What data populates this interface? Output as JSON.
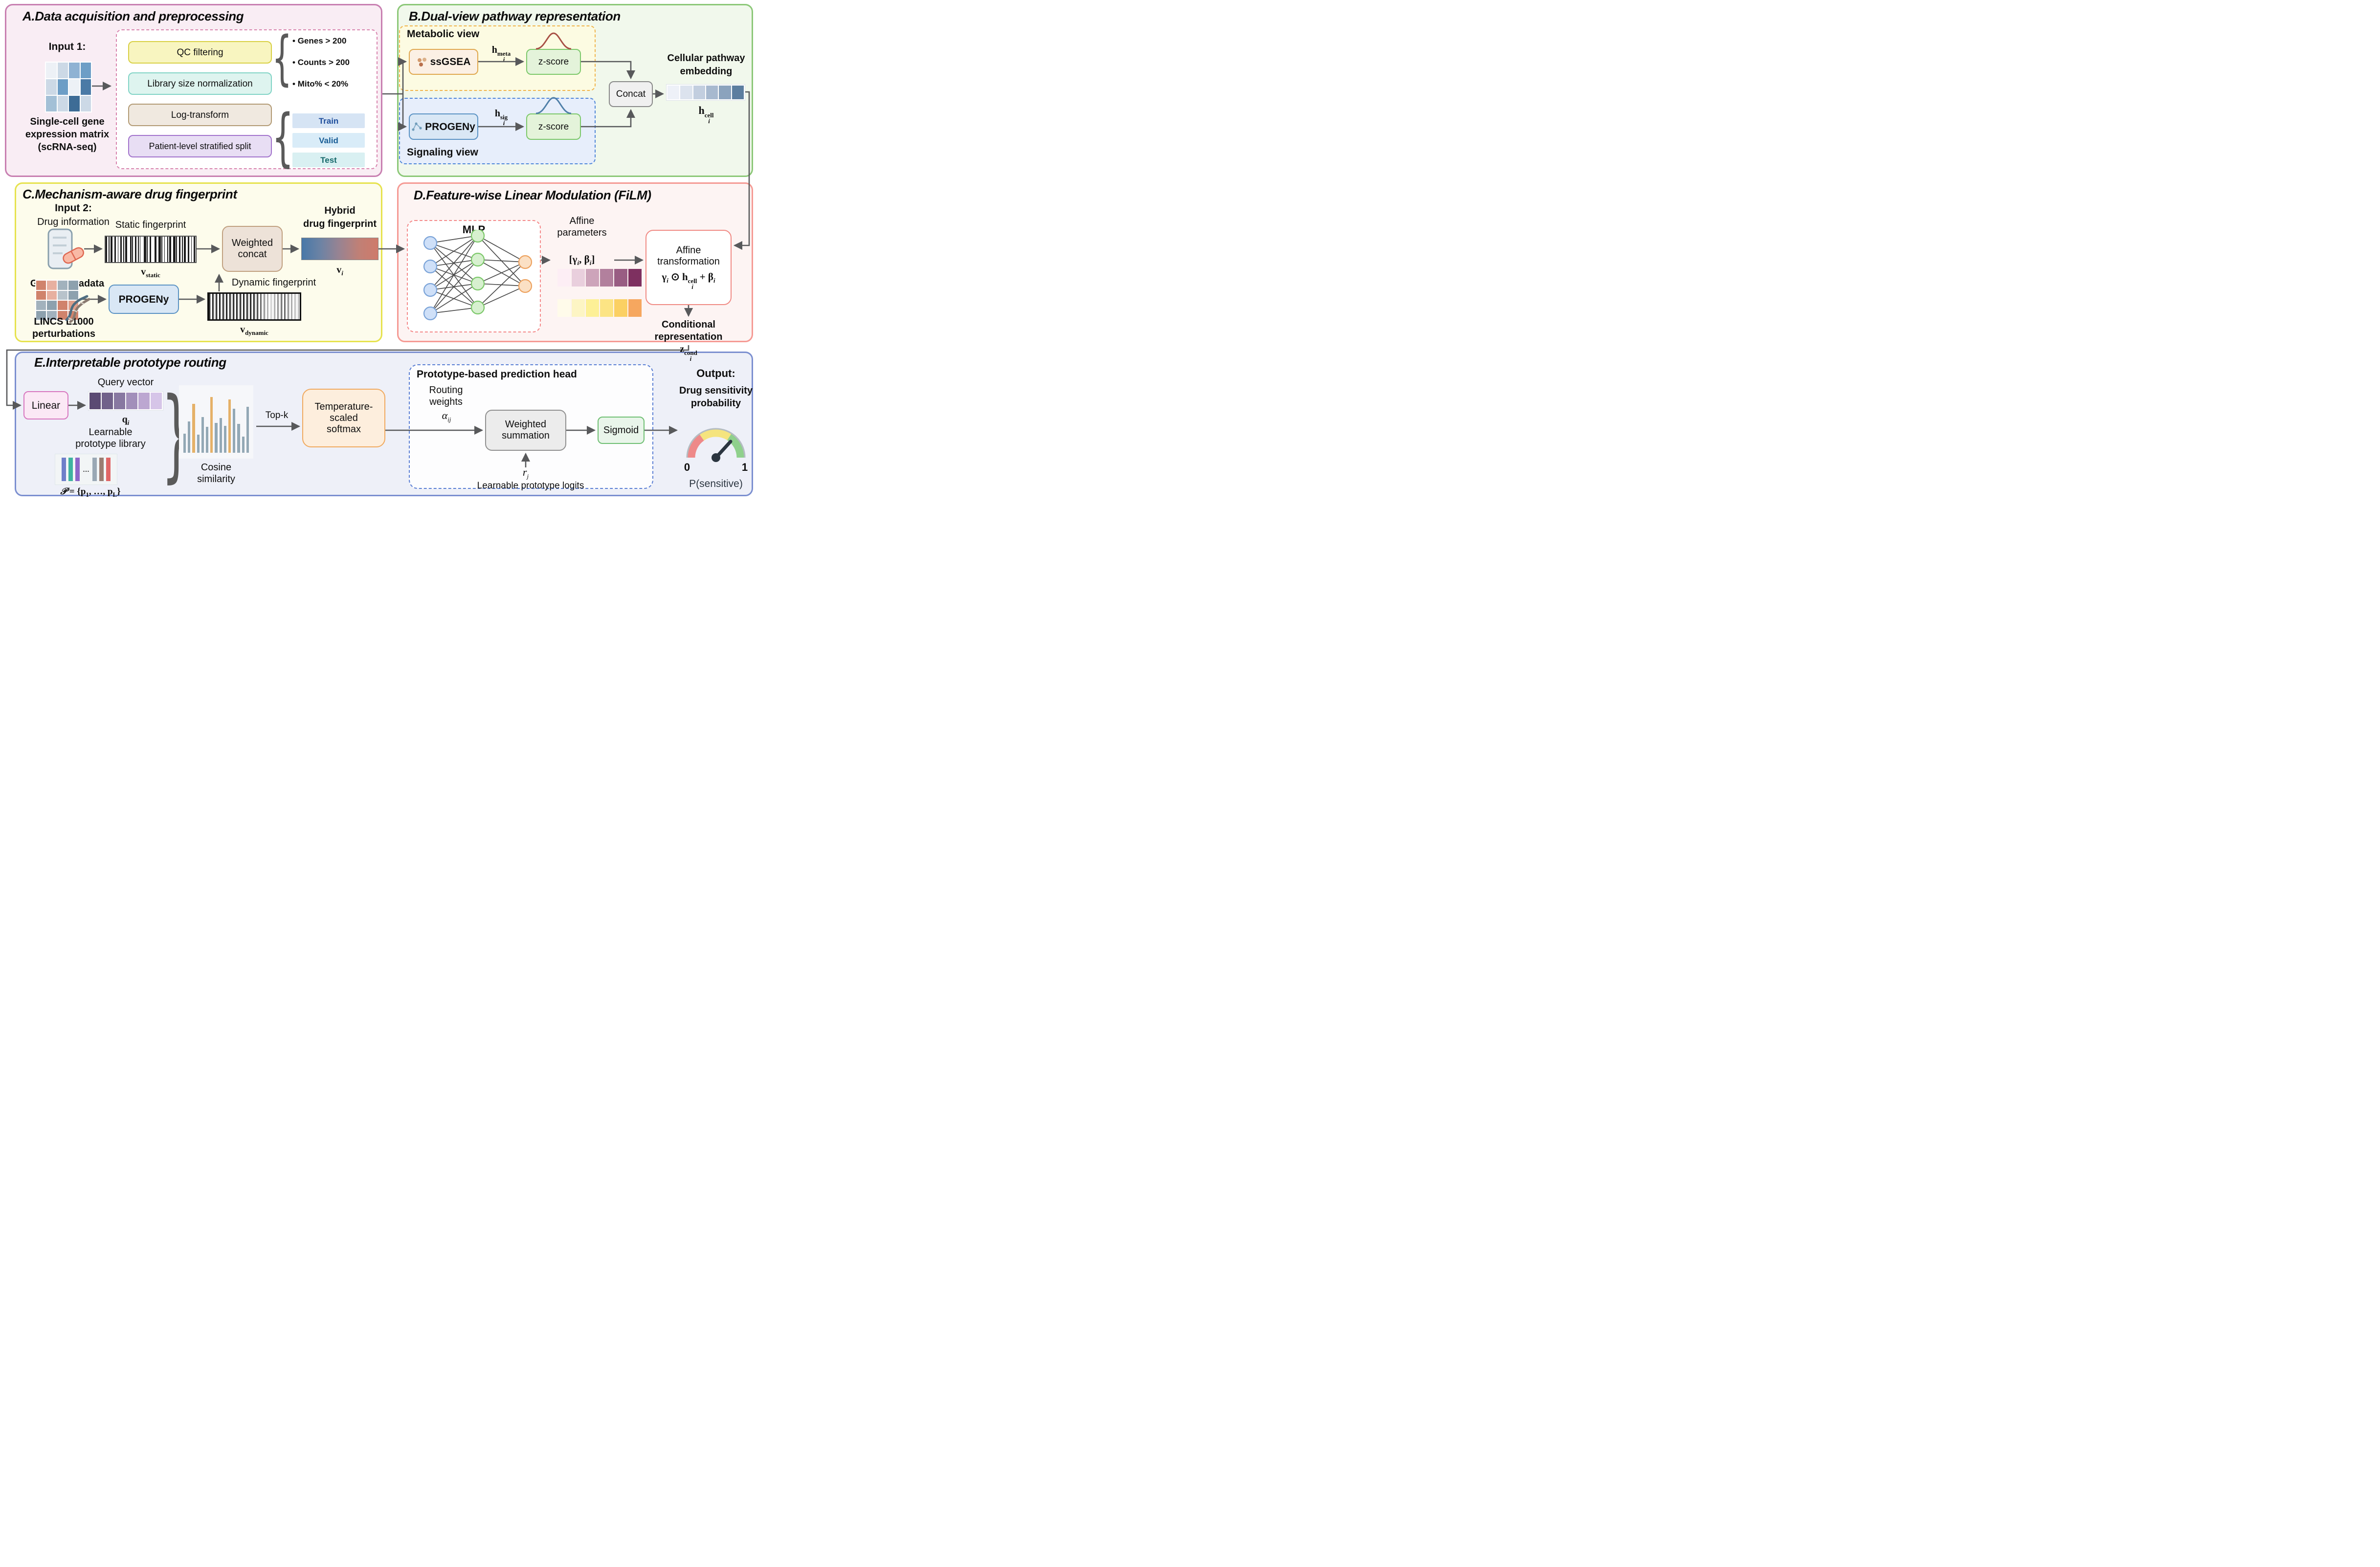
{
  "panel_a": {
    "title": "A.Data acquisition and preprocessing",
    "input_label": "Input 1:",
    "matrix_caption": [
      "Single-cell gene",
      "expression matrix",
      "(scRNA-seq)"
    ],
    "steps": [
      "QC filtering",
      "Library size normalization",
      "Log-transform",
      "Patient-level stratified split"
    ],
    "qc_criteria": [
      "Genes > 200",
      "Counts > 200",
      "Mito% < 20%"
    ],
    "splits": [
      "Train",
      "Valid",
      "Test"
    ]
  },
  "panel_b": {
    "title": "B.Dual-view pathway representation",
    "metabolic": "Metabolic view",
    "signaling": "Signaling view",
    "ssgsea": "ssGSEA",
    "progeny": "PROGENy",
    "zscore_meta": "z-score",
    "zscore_sig": "z-score",
    "concat": "Concat",
    "embedding_caption": [
      "Cellular pathway",
      "embedding"
    ]
  },
  "panel_c": {
    "title": "C.Mechanism-aware drug fingerprint",
    "input_label": "Input 2:",
    "drug_info": "Drug information",
    "gdsc": "GDSC metadata",
    "static_fp": "Static fingerprint",
    "dynamic_fp": "Dynamic fingerprint",
    "weighted_concat": [
      "Weighted",
      "concat"
    ],
    "hybrid": [
      "Hybrid",
      "drug fingerprint"
    ],
    "lincs": [
      "LINCS L1000",
      "perturbations"
    ],
    "progeny": "PROGENy"
  },
  "panel_d": {
    "title": "D.Feature-wise Linear Modulation (FiLM)",
    "mlp": "MLP",
    "affine_params": [
      "Affine",
      "parameters"
    ],
    "affine_transform": [
      "Affine",
      "transformation"
    ],
    "conditional": [
      "Conditional",
      "representation"
    ]
  },
  "panel_e": {
    "title": "E.Interpretable prototype routing",
    "linear": "Linear",
    "query_vector": "Query vector",
    "learnable_lib": [
      "Learnable",
      "prototype library"
    ],
    "topk": "Top-k",
    "softmax": [
      "Temperature-",
      "scaled",
      "softmax"
    ],
    "head_title": "Prototype-based prediction head",
    "routing": [
      "Routing",
      "weights"
    ],
    "weighted_sum": [
      "Weighted",
      "summation"
    ],
    "sigmoid": "Sigmoid",
    "logits": "Learnable prototype logits",
    "output_label": "Output:",
    "output_desc": [
      "Drug sensitivity",
      "probability"
    ],
    "gauge_min": "0",
    "gauge_max": "1",
    "p_sensitive": "P(sensitive)"
  },
  "math": {
    "h_meta": {
      "b": "h",
      "sub": "i",
      "sup": "meta"
    },
    "h_sig": {
      "b": "h",
      "sub": "i",
      "sup": "sig"
    },
    "h_cell": {
      "b": "h",
      "sub": "i",
      "sup": "cell"
    },
    "v_static": {
      "b": "v",
      "sub": "static"
    },
    "v_dynamic": {
      "b": "v",
      "sub": "dynamic"
    },
    "v_i": {
      "b": "v",
      "sub": "i"
    },
    "q_i": {
      "b": "q",
      "sub": "i"
    },
    "z_cond": {
      "b": "z",
      "sub": "i",
      "sup": "cond"
    },
    "alpha": {
      "b": "α",
      "sub": "ij"
    },
    "r": {
      "b": "r",
      "sub": "j"
    },
    "gamma_beta": {
      "open": "[",
      "g": "γ",
      "s1": "i",
      "mid": ", ",
      "bt": "β",
      "s2": "i",
      "close": "]"
    },
    "film_formula": {
      "g": "γ",
      "gs": "i",
      "op": " ⊙ ",
      "h": "h",
      "hsub": "i",
      "hsup": "cell",
      "plus": " + ",
      "bt": "β",
      "bs": "i"
    },
    "proto_set": {
      "p": "𝒫",
      "eq": " = {",
      "p1": "p",
      "s1": "1",
      "mid": ", …, ",
      "p2": "p",
      "s2": "L",
      "close": "}"
    }
  },
  "chart_data": {
    "type": "bar",
    "title": "Cosine similarity",
    "caption_lines": [
      "Cosine",
      "similarity"
    ],
    "values": [
      0.33,
      0.54,
      0.85,
      0.31,
      0.62,
      0.45,
      0.97,
      0.52,
      0.6,
      0.47,
      0.92,
      0.76,
      0.5,
      0.28,
      0.8
    ],
    "highlight_indices": [
      2,
      6,
      10
    ],
    "bar_color": "#93a8b5",
    "highlight_color": "#e5b168",
    "xlabel": "",
    "ylabel": "",
    "ylim": [
      0,
      1
    ],
    "grid": false,
    "legend": false
  },
  "visuals": {
    "input_matrix": [
      [
        "#edf1f6",
        "#ccd9e6",
        "#8fb2d3",
        "#6d9ec6"
      ],
      [
        "#ccd9e6",
        "#6d9ec6",
        "#edf1f6",
        "#4a7aa6"
      ],
      [
        "#a3c0d6",
        "#ccd9e6",
        "#3d6c96",
        "#ccd9e6"
      ]
    ],
    "lincs_matrix": [
      [
        "#d0836c",
        "#e7b0a0",
        "#a2b2bd",
        "#8da1ae"
      ],
      [
        "#d0836c",
        "#e7b0a0",
        "#b8c3cb",
        "#8da1ae"
      ],
      [
        "#a2b2bd",
        "#8da1ae",
        "#d0836c",
        "#df9f8b"
      ],
      [
        "#8da1ae",
        "#a2b2bd",
        "#d0836c",
        "#d0836c"
      ]
    ],
    "embedding_cells": [
      "#eef1f8",
      "#dce3ee",
      "#c2cedf",
      "#a7b9cf",
      "#8ba3bd",
      "#5c7e9f"
    ],
    "query_cells": [
      "#5b4a73",
      "#71618a",
      "#8878a1",
      "#a28fba",
      "#bca7d1",
      "#d6c5e8"
    ],
    "gamma_strip": [
      "#fdeef5",
      "#e9cfdd",
      "#cda4ba",
      "#b2809d",
      "#995d83",
      "#7e3060"
    ],
    "beta_strip": [
      "#fffbea",
      "#fdf5c4",
      "#fdf096",
      "#fce484",
      "#fbd063",
      "#f6a75f"
    ],
    "prototype_bars": [
      "#6f7fc9",
      "#3fb3a0",
      "#8d66c9",
      "…",
      "#9aa8b5",
      "#9a7d72",
      "#e06666"
    ],
    "colors": {
      "panelA_border": "#c87fb1",
      "panelA_bg": "#f9edf4",
      "panelB_border": "#8cc878",
      "panelB_bg": "#f1f8ec",
      "panelC_border": "#e6e24e",
      "panelC_bg": "#fdfcec",
      "panelD_border": "#f59a94",
      "panelD_bg": "#fdf4f3",
      "panelE_border": "#7b8fd0",
      "panelE_bg": "#eef0f8",
      "connector": "#58595b",
      "gauge_red": "#ee8989",
      "gauge_yellow": "#f5e47e",
      "gauge_green": "#8fd08c"
    }
  }
}
